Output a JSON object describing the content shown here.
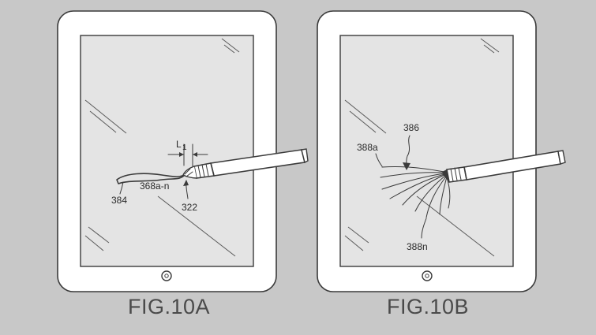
{
  "figures": [
    {
      "caption": "FIG.10A",
      "labels": {
        "dimension": "L",
        "dimension_sub": "1",
        "stroke_ref": "384",
        "bristles_ref": "368a-n",
        "tip_ref": "322"
      }
    },
    {
      "caption": "FIG.10B",
      "labels": {
        "spread_ref": "386",
        "first_bristle_ref": "388a",
        "last_bristle_ref": "388n"
      }
    }
  ],
  "icons": {
    "home_button": "home-button-icon",
    "stylus": "stylus-brush-icon"
  },
  "colors": {
    "background": "#c8c8c8",
    "device_body": "#ffffff",
    "screen": "#e4e4e4",
    "line": "#3a3a3a"
  }
}
